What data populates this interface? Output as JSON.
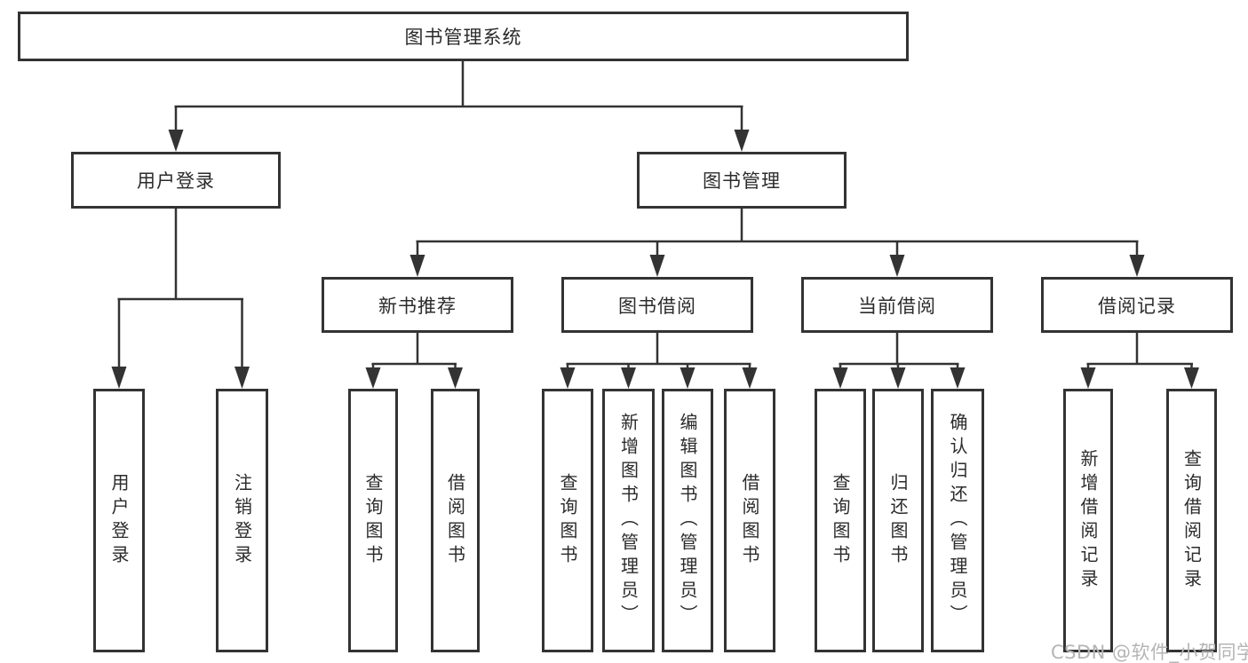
{
  "diagram": {
    "root": {
      "label": "图书管理系统"
    },
    "branches": [
      {
        "label": "用户登录",
        "children": [
          "用户登录",
          "注销登录"
        ]
      },
      {
        "label": "图书管理",
        "children": [
          {
            "label": "新书推荐",
            "children": [
              "查询图书",
              "借阅图书"
            ]
          },
          {
            "label": "图书借阅",
            "children": [
              "查询图书",
              "新增图书（管理员）",
              "编辑图书（管理员）",
              "借阅图书"
            ]
          },
          {
            "label": "当前借阅",
            "children": [
              "查询图书",
              "归还图书",
              "确认归还（管理员）"
            ]
          },
          {
            "label": "借阅记录",
            "children": [
              "新增借阅记录",
              "查询借阅记录"
            ]
          }
        ]
      }
    ]
  },
  "watermark": {
    "text": "CSDN @软件_小贺同学"
  },
  "colors": {
    "line": "#333333",
    "border": "#333333",
    "fill": "#ffffff",
    "bg": "#ffffff",
    "watermark": "#b5b5b5"
  }
}
